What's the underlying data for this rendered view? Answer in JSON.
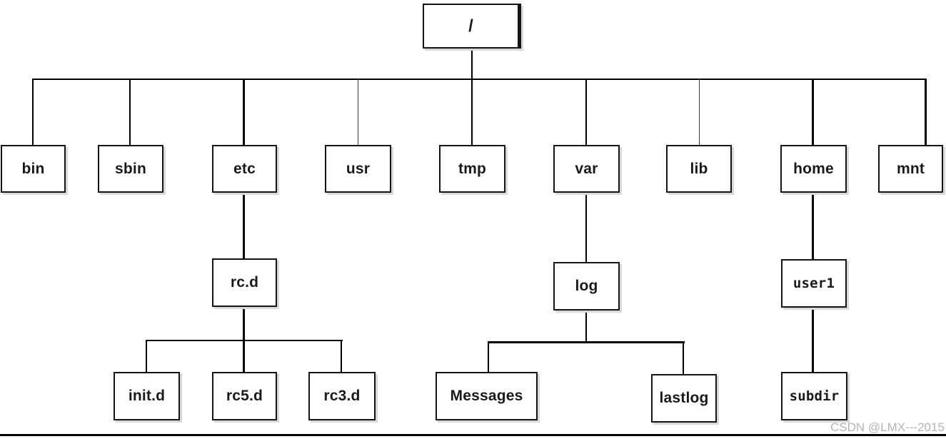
{
  "diagram": {
    "type": "directory-tree",
    "nodes": {
      "root": {
        "label": "/",
        "children": [
          "bin",
          "sbin",
          "etc",
          "usr",
          "tmp",
          "var",
          "lib",
          "home",
          "mnt"
        ]
      },
      "bin": {
        "label": "bin",
        "children": []
      },
      "sbin": {
        "label": "sbin",
        "children": []
      },
      "etc": {
        "label": "etc",
        "children": [
          "rc_d"
        ]
      },
      "usr": {
        "label": "usr",
        "children": []
      },
      "tmp": {
        "label": "tmp",
        "children": []
      },
      "var": {
        "label": "var",
        "children": [
          "log"
        ]
      },
      "lib": {
        "label": "lib",
        "children": []
      },
      "home": {
        "label": "home",
        "children": [
          "user1"
        ]
      },
      "mnt": {
        "label": "mnt",
        "children": []
      },
      "rc_d": {
        "label": "rc.d",
        "children": [
          "init_d",
          "rc5_d",
          "rc3_d"
        ]
      },
      "log": {
        "label": "log",
        "children": [
          "messages",
          "lastlog"
        ]
      },
      "user1": {
        "label": "user1",
        "children": [
          "subdir"
        ]
      },
      "init_d": {
        "label": "init.d",
        "children": []
      },
      "rc5_d": {
        "label": "rc5.d",
        "children": []
      },
      "rc3_d": {
        "label": "rc3.d",
        "children": []
      },
      "messages": {
        "label": "Messages",
        "children": []
      },
      "lastlog": {
        "label": "lastlog",
        "children": []
      },
      "subdir": {
        "label": "subdir",
        "children": []
      }
    },
    "colors": {
      "box_background": "#ffffff",
      "box_border": "#141414",
      "box_shadow": "#d9d9d9",
      "line": "#000000",
      "text": "#1a1a1a"
    }
  },
  "watermark": {
    "text": "CSDN @LMX---2015",
    "color": "#b5b5b5"
  }
}
